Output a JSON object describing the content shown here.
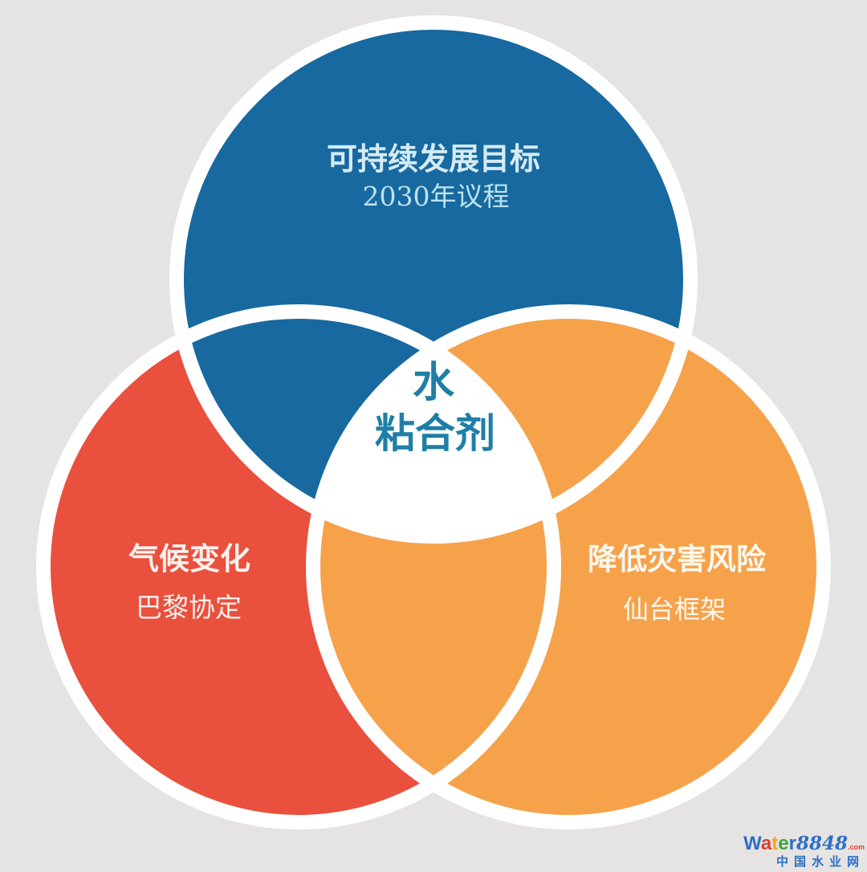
{
  "venn": {
    "background_color": "#E5E4E2",
    "outline_color": "#FFFFFF",
    "center": {
      "line1": "水",
      "line2": "粘合剂",
      "fill": "#FFFFFF",
      "text_color": "#1E7FA6"
    },
    "circles": [
      {
        "name": "sdg",
        "title": "可持续发展目标",
        "subtitle": "2030年议程",
        "color": "#17699F",
        "title_color": "#D4EBF4",
        "subtitle_color": "#BCE2F0"
      },
      {
        "name": "climate",
        "title": "气候变化",
        "subtitle": "巴黎协定",
        "color": "#E9503D",
        "title_color": "#FCF1ED",
        "subtitle_color": "#FCF1ED"
      },
      {
        "name": "drr",
        "title": "降低灾害风险",
        "subtitle": "仙台框架",
        "color": "#F6A24B",
        "title_color": "#FDF8EE",
        "subtitle_color": "#FDF8EE"
      }
    ]
  },
  "watermark": {
    "letters": [
      {
        "ch": "W",
        "color": "#2E6FC6"
      },
      {
        "ch": "a",
        "color": "#E03C31"
      },
      {
        "ch": "t",
        "color": "#F0A81D"
      },
      {
        "ch": "e",
        "color": "#3FA33C"
      },
      {
        "ch": "r",
        "color": "#2E6FC6"
      }
    ],
    "number": "8848",
    "number_color": "#2E6FC6",
    "tld": ".com",
    "tld_color": "#E03C31",
    "site_name": "中国水业网",
    "site_name_color": "#2E6FC6"
  }
}
